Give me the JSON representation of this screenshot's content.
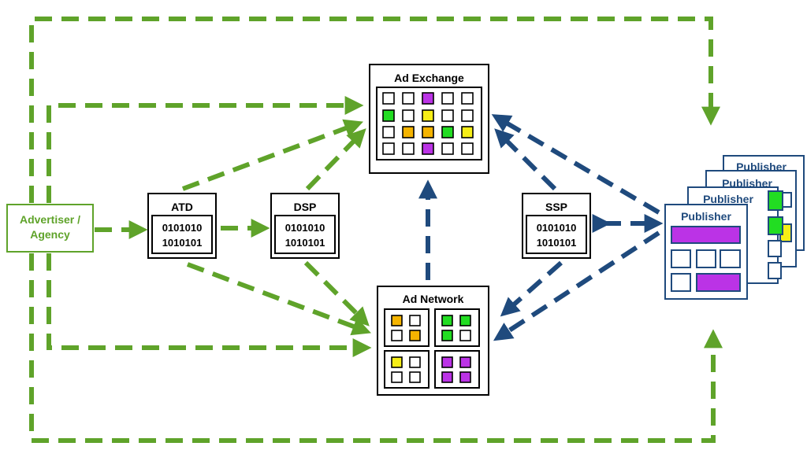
{
  "colors": {
    "green": "#5fa32a",
    "blue": "#1f4a7d",
    "black": "#000000",
    "cell_green": "#22dd22",
    "cell_yellow": "#f6ee17",
    "cell_orange": "#f5b400",
    "cell_purple": "#bb33e6"
  },
  "nodes": {
    "advertiser": {
      "label_line1": "Advertiser /",
      "label_line2": "Agency"
    },
    "atd": {
      "label": "ATD",
      "code_line1": "0101010",
      "code_line2": "1010101"
    },
    "dsp": {
      "label": "DSP",
      "code_line1": "0101010",
      "code_line2": "1010101"
    },
    "ssp": {
      "label": "SSP",
      "code_line1": "0101010",
      "code_line2": "1010101"
    },
    "ad_exchange": {
      "label": "Ad Exchange",
      "grid": [
        [
          "empty",
          "empty",
          "purple",
          "empty",
          "empty"
        ],
        [
          "green",
          "empty",
          "yellow",
          "empty",
          "empty"
        ],
        [
          "empty",
          "orange",
          "orange",
          "green",
          "yellow"
        ],
        [
          "empty",
          "empty",
          "purple",
          "empty",
          "empty"
        ]
      ]
    },
    "ad_network": {
      "label": "Ad Network",
      "quadrants": [
        [
          "orange",
          "empty",
          "empty",
          "orange"
        ],
        [
          "green",
          "green",
          "green",
          "empty"
        ],
        [
          "yellow",
          "empty",
          "empty",
          "empty"
        ],
        [
          "purple",
          "purple",
          "purple",
          "purple"
        ]
      ]
    },
    "publishers": {
      "labels": [
        "Publisher",
        "Publisher",
        "Publisher",
        "Publisher"
      ]
    }
  }
}
